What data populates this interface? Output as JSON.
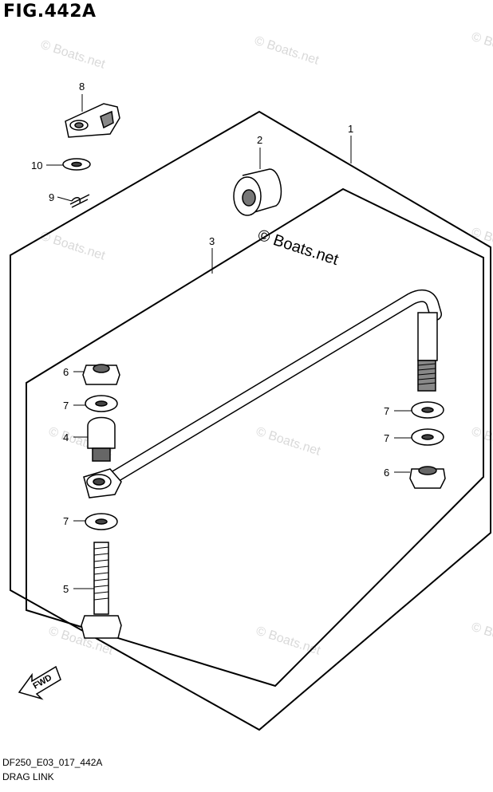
{
  "figure_title": "FIG.442A",
  "footer": {
    "code": "DF250_E03_017_442A",
    "name": "DRAG LINK"
  },
  "watermark": "© Boats.net",
  "fwd_label": "FWD",
  "callouts": {
    "p1": "1",
    "p2": "2",
    "p3": "3",
    "p4": "4",
    "p5": "5",
    "p6a": "6",
    "p6b": "6",
    "p7a": "7",
    "p7b": "7",
    "p7c": "7",
    "p7d": "7",
    "p8": "8",
    "p9": "9",
    "p10": "10"
  }
}
